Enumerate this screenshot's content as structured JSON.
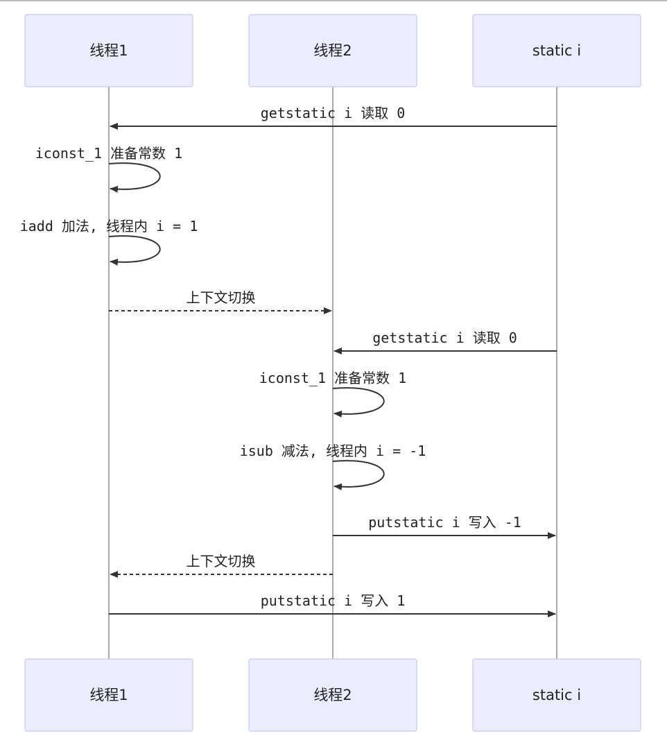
{
  "diagram": {
    "type": "sequence",
    "participants": [
      {
        "id": "t1",
        "label": "线程1"
      },
      {
        "id": "t2",
        "label": "线程2"
      },
      {
        "id": "si",
        "label": "static i"
      }
    ],
    "messages": [
      {
        "from": "si",
        "to": "t1",
        "text": "getstatic i 读取 0",
        "style": "solid"
      },
      {
        "from": "t1",
        "to": "t1",
        "text": "iconst_1 准备常数 1",
        "style": "solid"
      },
      {
        "from": "t1",
        "to": "t1",
        "text": "iadd 加法, 线程内 i = 1",
        "style": "solid"
      },
      {
        "from": "t1",
        "to": "t2",
        "text": "上下文切换",
        "style": "dashed"
      },
      {
        "from": "si",
        "to": "t2",
        "text": "getstatic i 读取 0",
        "style": "solid"
      },
      {
        "from": "t2",
        "to": "t2",
        "text": "iconst_1 准备常数 1",
        "style": "solid"
      },
      {
        "from": "t2",
        "to": "t2",
        "text": "isub 减法, 线程内 i = -1",
        "style": "solid"
      },
      {
        "from": "t2",
        "to": "si",
        "text": "putstatic i 写入 -1",
        "style": "solid"
      },
      {
        "from": "t2",
        "to": "t1",
        "text": "上下文切换",
        "style": "dashed"
      },
      {
        "from": "t1",
        "to": "si",
        "text": "putstatic i 写入 1",
        "style": "solid"
      }
    ]
  },
  "colors": {
    "actor_fill": "#ececff",
    "actor_border": "#c9c9ea",
    "line": "#333333"
  }
}
